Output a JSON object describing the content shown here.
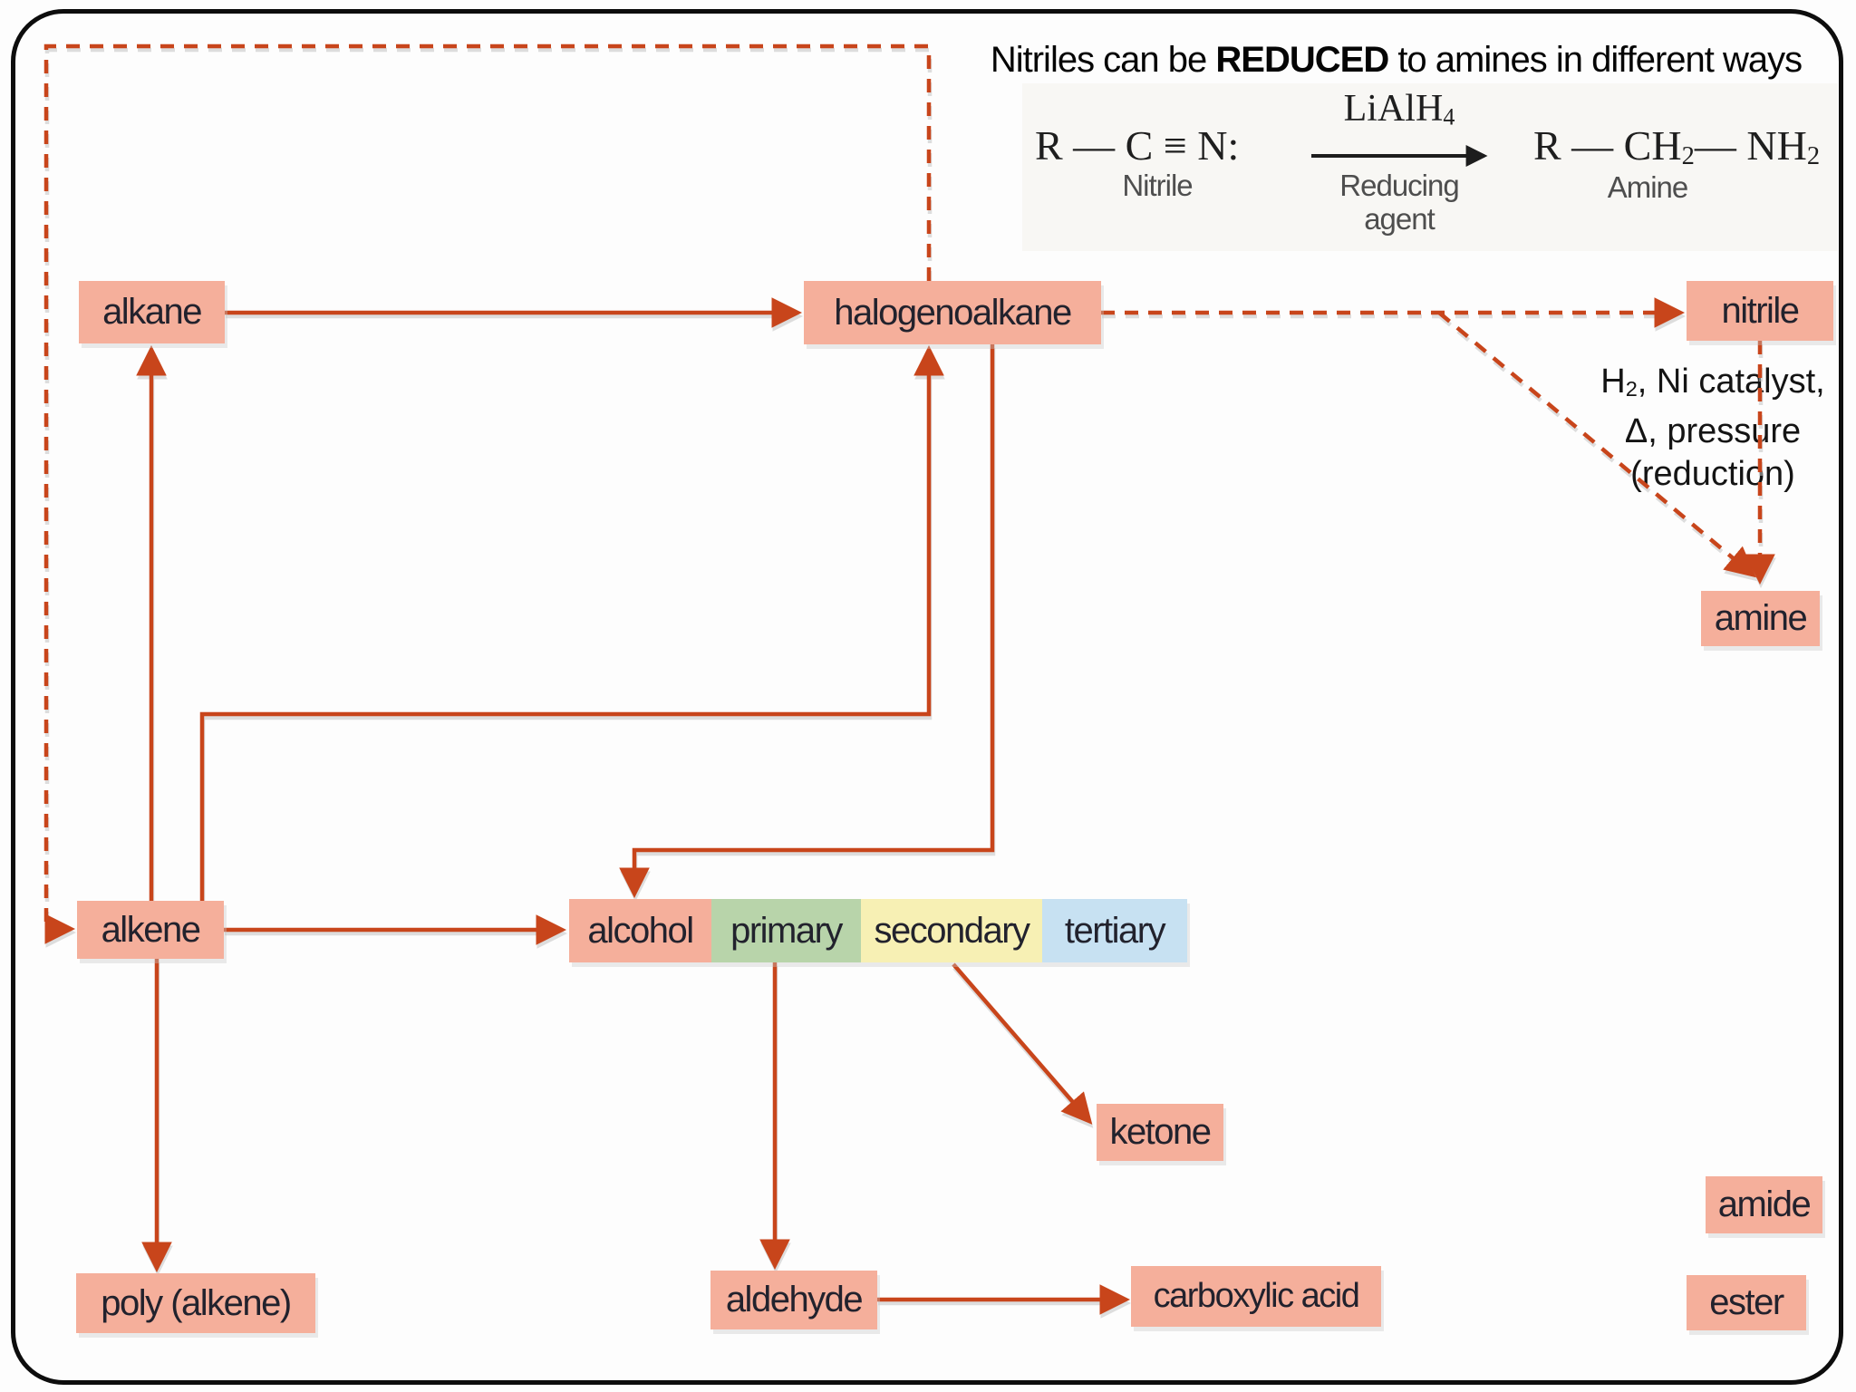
{
  "colors": {
    "node_fill": "#F5AF9B",
    "primary_fill": "#B8D4AA",
    "secondary_fill": "#F7F0B4",
    "tertiary_fill": "#C7E1F2",
    "arrow": "#C8451B",
    "frame_border": "#0D0D0D",
    "box_text": "#22222D"
  },
  "title": {
    "pre": "Nitriles can be ",
    "bold": "REDUCED",
    "post": " to amines in different ways"
  },
  "equation": {
    "nitrile_formula": "R — C ≡ N:",
    "nitrile_label": "Nitrile",
    "reagent_base": "LiAlH",
    "reagent_subscript": "4",
    "reagent_label_line1": "Reducing",
    "reagent_label_line2": "agent",
    "amine_p1": "R — CH",
    "amine_s1": "2",
    "amine_p2": "— NH",
    "amine_s2": "2",
    "amine_label": "Amine"
  },
  "conditions": {
    "h_base": "H",
    "h_sub": "2",
    "line1_rest": ", Ni catalyst,",
    "line2": "Δ, pressure",
    "line3": "(reduction)"
  },
  "nodes": {
    "alkane": "alkane",
    "halogenoalkane": "halogenoalkane",
    "nitrile": "nitrile",
    "amine": "amine",
    "alkene": "alkene",
    "alcohol": "alcohol",
    "primary": "primary",
    "secondary": "secondary",
    "tertiary": "tertiary",
    "ketone": "ketone",
    "amide": "amide",
    "poly_alkene": "poly (alkene)",
    "aldehyde": "aldehyde",
    "carboxylic_acid": "carboxylic acid",
    "ester": "ester"
  },
  "edges": [
    {
      "from": "alkane",
      "to": "halogenoalkane",
      "style": "solid"
    },
    {
      "from": "alkene",
      "to": "alkane",
      "style": "solid"
    },
    {
      "from": "alkene",
      "to": "halogenoalkane",
      "style": "solid"
    },
    {
      "from": "halogenoalkane",
      "to": "alcohol",
      "style": "solid"
    },
    {
      "from": "alkene",
      "to": "alcohol",
      "style": "solid"
    },
    {
      "from": "alkene",
      "to": "poly_alkene",
      "style": "solid"
    },
    {
      "from": "primary",
      "to": "aldehyde",
      "style": "solid"
    },
    {
      "from": "secondary",
      "to": "ketone",
      "style": "solid"
    },
    {
      "from": "aldehyde",
      "to": "carboxylic_acid",
      "style": "solid"
    },
    {
      "from": "halogenoalkane",
      "to": "nitrile",
      "style": "dashed"
    },
    {
      "from": "halogenoalkane",
      "to": "amine",
      "style": "dashed"
    },
    {
      "from": "nitrile",
      "to": "amine",
      "style": "dashed",
      "label": "H₂, Ni catalyst, Δ, pressure (reduction)"
    },
    {
      "from": "halogenoalkane",
      "to": "alkene",
      "style": "dashed"
    }
  ]
}
